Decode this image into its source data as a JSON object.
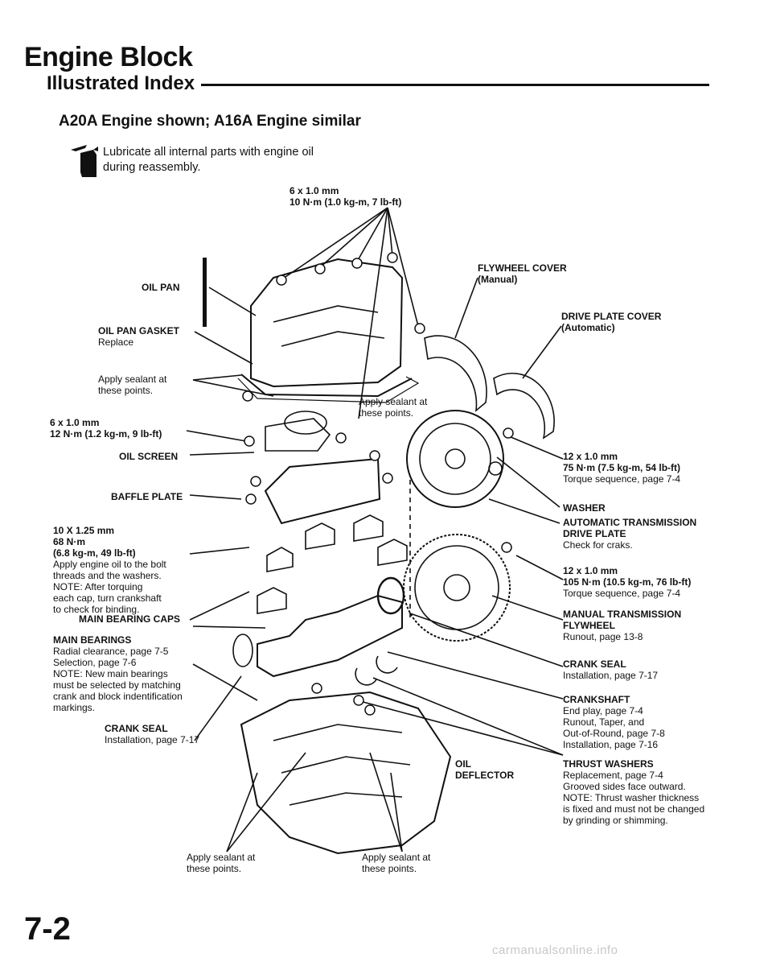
{
  "header": {
    "title": "Engine Block",
    "subtitle": "Illustrated Index",
    "engine_note": "A20A Engine shown; A16A Engine similar",
    "lubricate_note": [
      "Lubricate all internal parts with engine oil",
      "during reassembly."
    ]
  },
  "labels": {
    "top_bolt": [
      "6 x 1.0 mm",
      "10 N·m (1.0 kg-m, 7 lb-ft)"
    ],
    "oil_pan": "OIL PAN",
    "oil_pan_gasket": [
      "OIL PAN GASKET",
      "Replace"
    ],
    "apply_sealant_left": [
      "Apply sealant at",
      "these points."
    ],
    "bolt_6x1": [
      "6 x 1.0 mm",
      "12 N·m (1.2 kg-m, 9 lb-ft)"
    ],
    "oil_screen": "OIL SCREEN",
    "baffle_plate": "BAFFLE PLATE",
    "bolt_10x125": [
      "10 X 1.25 mm",
      "68 N·m",
      "(6.8 kg-m, 49 lb-ft)"
    ],
    "bolt_10x125_note": [
      "Apply engine oil to the bolt",
      "threads and the washers.",
      "NOTE: After torquing",
      "each cap, turn crankshaft",
      "to check for binding."
    ],
    "main_bearing_caps": "MAIN BEARING CAPS",
    "main_bearings_title": "MAIN BEARINGS",
    "main_bearings_note": [
      "Radial clearance, page 7-5",
      "Selection, page 7-6",
      "NOTE: New main bearings",
      "must be selected by matching",
      "crank and block indentification",
      "markings."
    ],
    "crank_seal_left_title": "CRANK SEAL",
    "crank_seal_left_note": "Installation, page 7-17",
    "apply_sealant_bottom_left": [
      "Apply sealant at",
      "these points."
    ],
    "apply_sealant_bottom_right": [
      "Apply sealant at",
      "these points."
    ],
    "apply_sealant_center": [
      "Apply sealant at",
      "these points."
    ],
    "oil_deflector": [
      "OIL",
      "DEFLECTOR"
    ],
    "flywheel_cover": [
      "FLYWHEEL COVER",
      "(Manual)"
    ],
    "drive_plate_cover": [
      "DRIVE PLATE COVER",
      "(Automatic)"
    ],
    "bolt_12x1_a": [
      "12 x 1.0 mm",
      "75 N·m (7.5 kg-m, 54 lb-ft)",
      "Torque sequence, page 7-4"
    ],
    "washer": "WASHER",
    "at_drive_plate": [
      "AUTOMATIC TRANSMISSION",
      "DRIVE PLATE"
    ],
    "at_drive_plate_note": "Check for craks.",
    "bolt_12x1_b": [
      "12 x 1.0 mm",
      "105 N·m (10.5 kg-m, 76 lb-ft)"
    ],
    "bolt_12x1_b_note": "Torque sequence, page 7-4",
    "mt_flywheel": [
      "MANUAL TRANSMISSION",
      "FLYWHEEL"
    ],
    "mt_flywheel_note": "Runout, page 13-8",
    "crank_seal_right_title": "CRANK SEAL",
    "crank_seal_right_note": "Installation, page 7-17",
    "crankshaft_title": "CRANKSHAFT",
    "crankshaft_note": [
      "End play, page 7-4",
      "Runout, Taper, and",
      "Out-of-Round, page 7-8",
      "Installation, page 7-16"
    ],
    "thrust_washers_title": "THRUST WASHERS",
    "thrust_washers_note": [
      "Replacement, page 7-4",
      "Grooved sides face outward.",
      "NOTE: Thrust washer thickness",
      "is fixed and must not be changed",
      "by grinding or shimming."
    ]
  },
  "footer": {
    "page_number": "7-2",
    "watermark": "carmanualsonline.info"
  }
}
